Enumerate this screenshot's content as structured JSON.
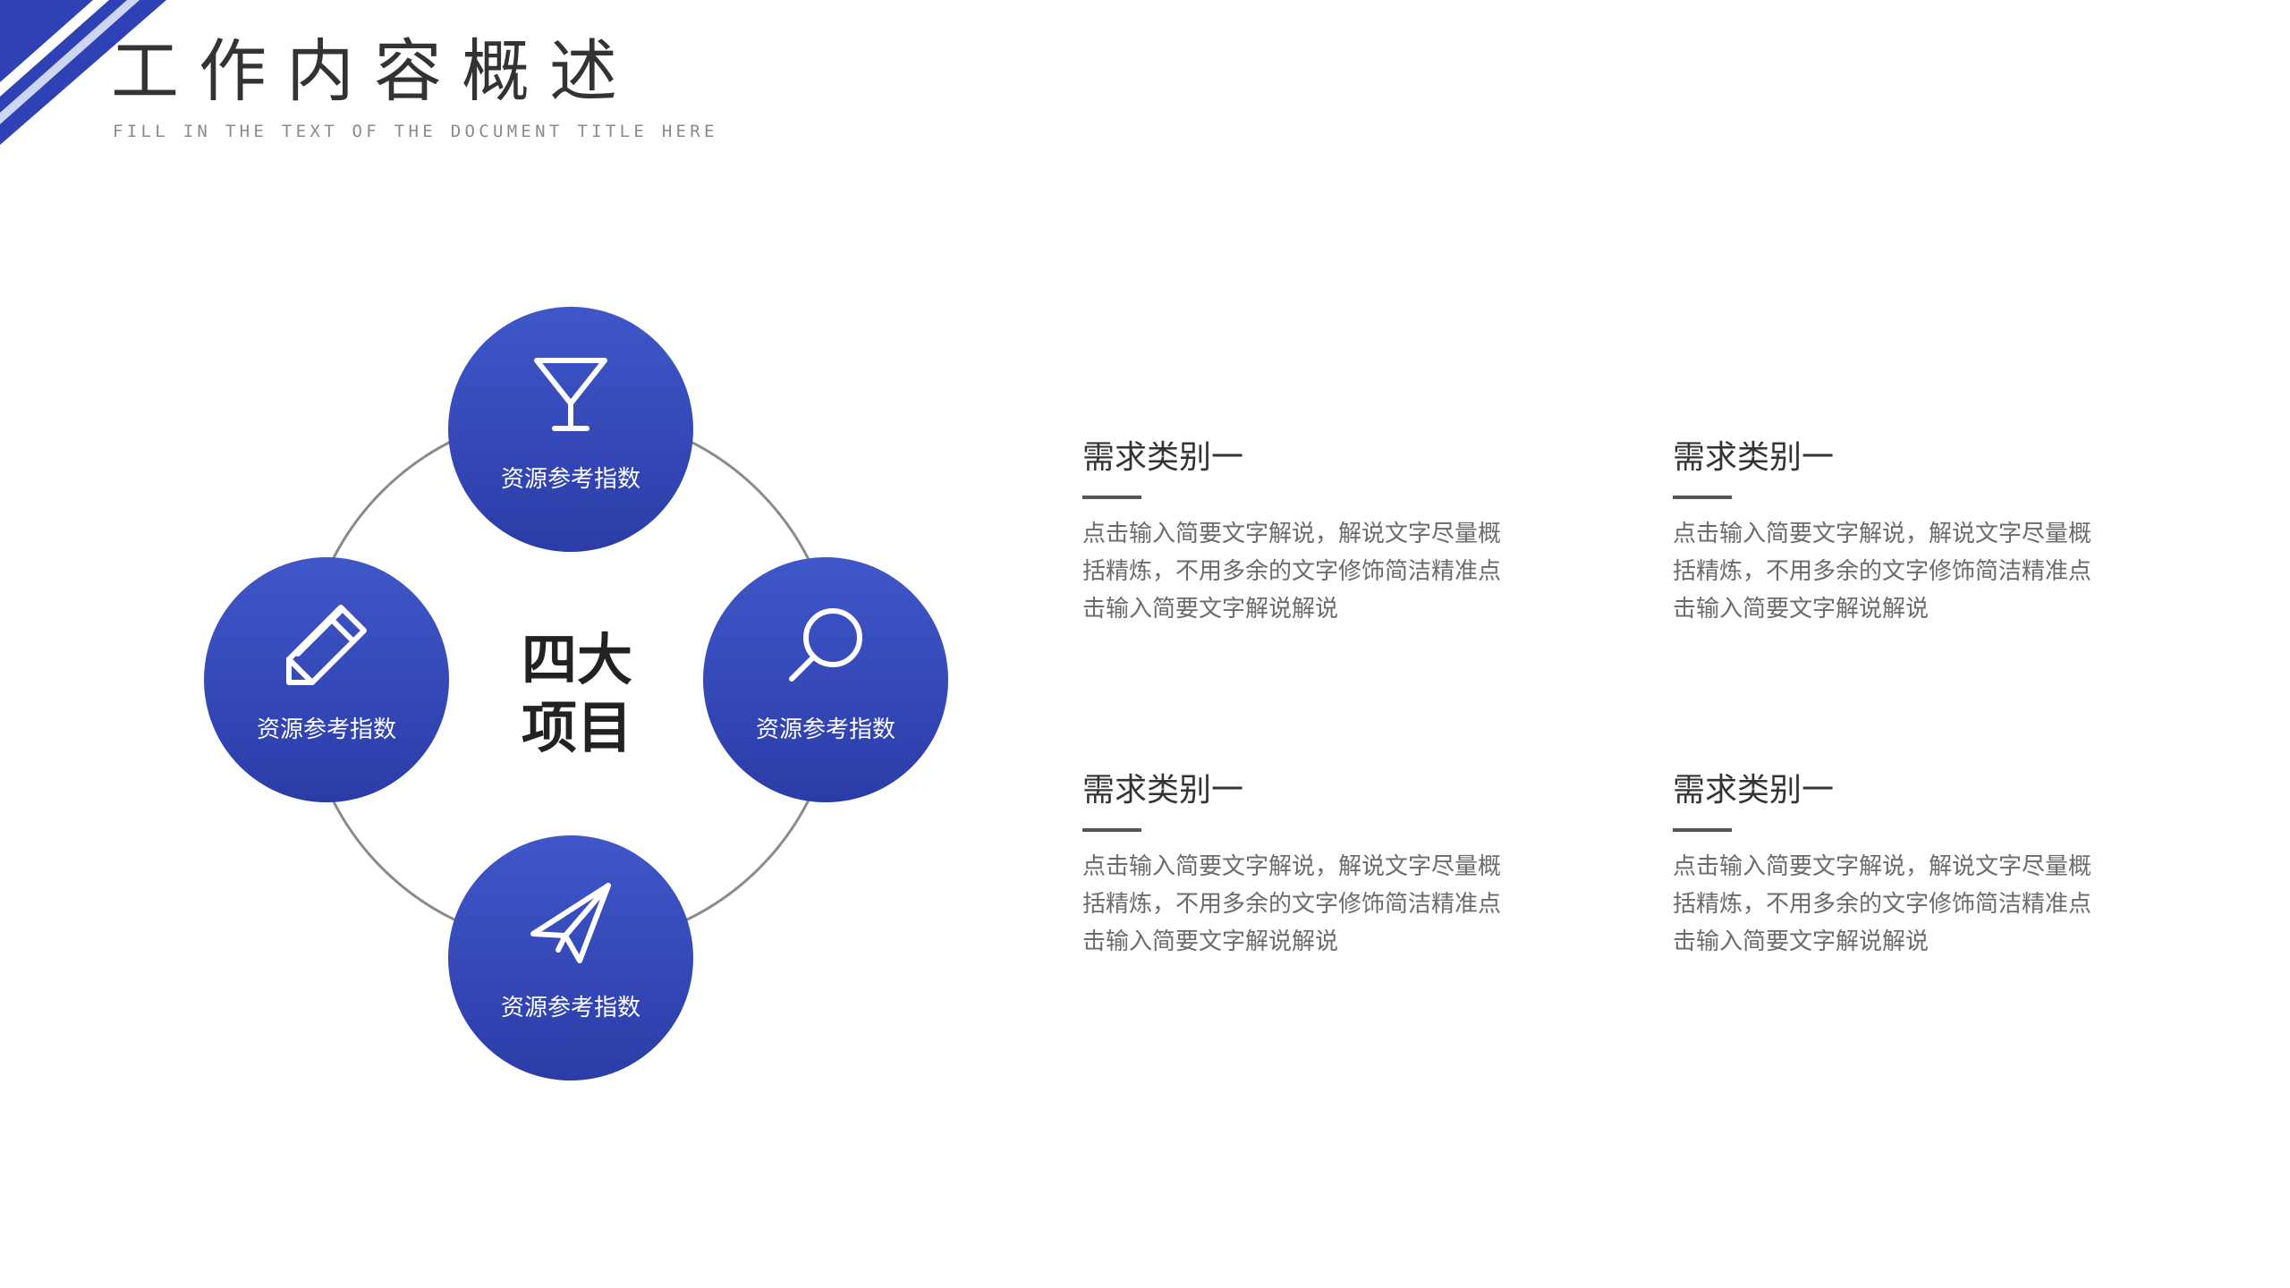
{
  "header": {
    "title": "工作内容概述",
    "subtitle": "FILL IN THE TEXT OF THE DOCUMENT TITLE HERE"
  },
  "colors": {
    "accent": "#3447b8",
    "accent_light": "#4057c9",
    "accent_dark": "#2b3ca7",
    "ring": "#8a8a8a",
    "title_text": "#333333",
    "body_text": "#6b6b6b"
  },
  "diagram": {
    "center_title_line1": "四大",
    "center_title_line2": "项目",
    "nodes": [
      {
        "icon": "cocktail-glass-icon",
        "label": "资源参考指数"
      },
      {
        "icon": "magnifier-icon",
        "label": "资源参考指数"
      },
      {
        "icon": "paper-plane-icon",
        "label": "资源参考指数"
      },
      {
        "icon": "pencil-icon",
        "label": "资源参考指数"
      }
    ]
  },
  "items": [
    {
      "title": "需求类别一",
      "desc": "点击输入简要文字解说，解说文字尽量概括精炼，不用多余的文字修饰简洁精准点击输入简要文字解说解说"
    },
    {
      "title": "需求类别一",
      "desc": "点击输入简要文字解说，解说文字尽量概括精炼，不用多余的文字修饰简洁精准点击输入简要文字解说解说"
    },
    {
      "title": "需求类别一",
      "desc": "点击输入简要文字解说，解说文字尽量概括精炼，不用多余的文字修饰简洁精准点击输入简要文字解说解说"
    },
    {
      "title": "需求类别一",
      "desc": "点击输入简要文字解说，解说文字尽量概括精炼，不用多余的文字修饰简洁精准点击输入简要文字解说解说"
    }
  ]
}
